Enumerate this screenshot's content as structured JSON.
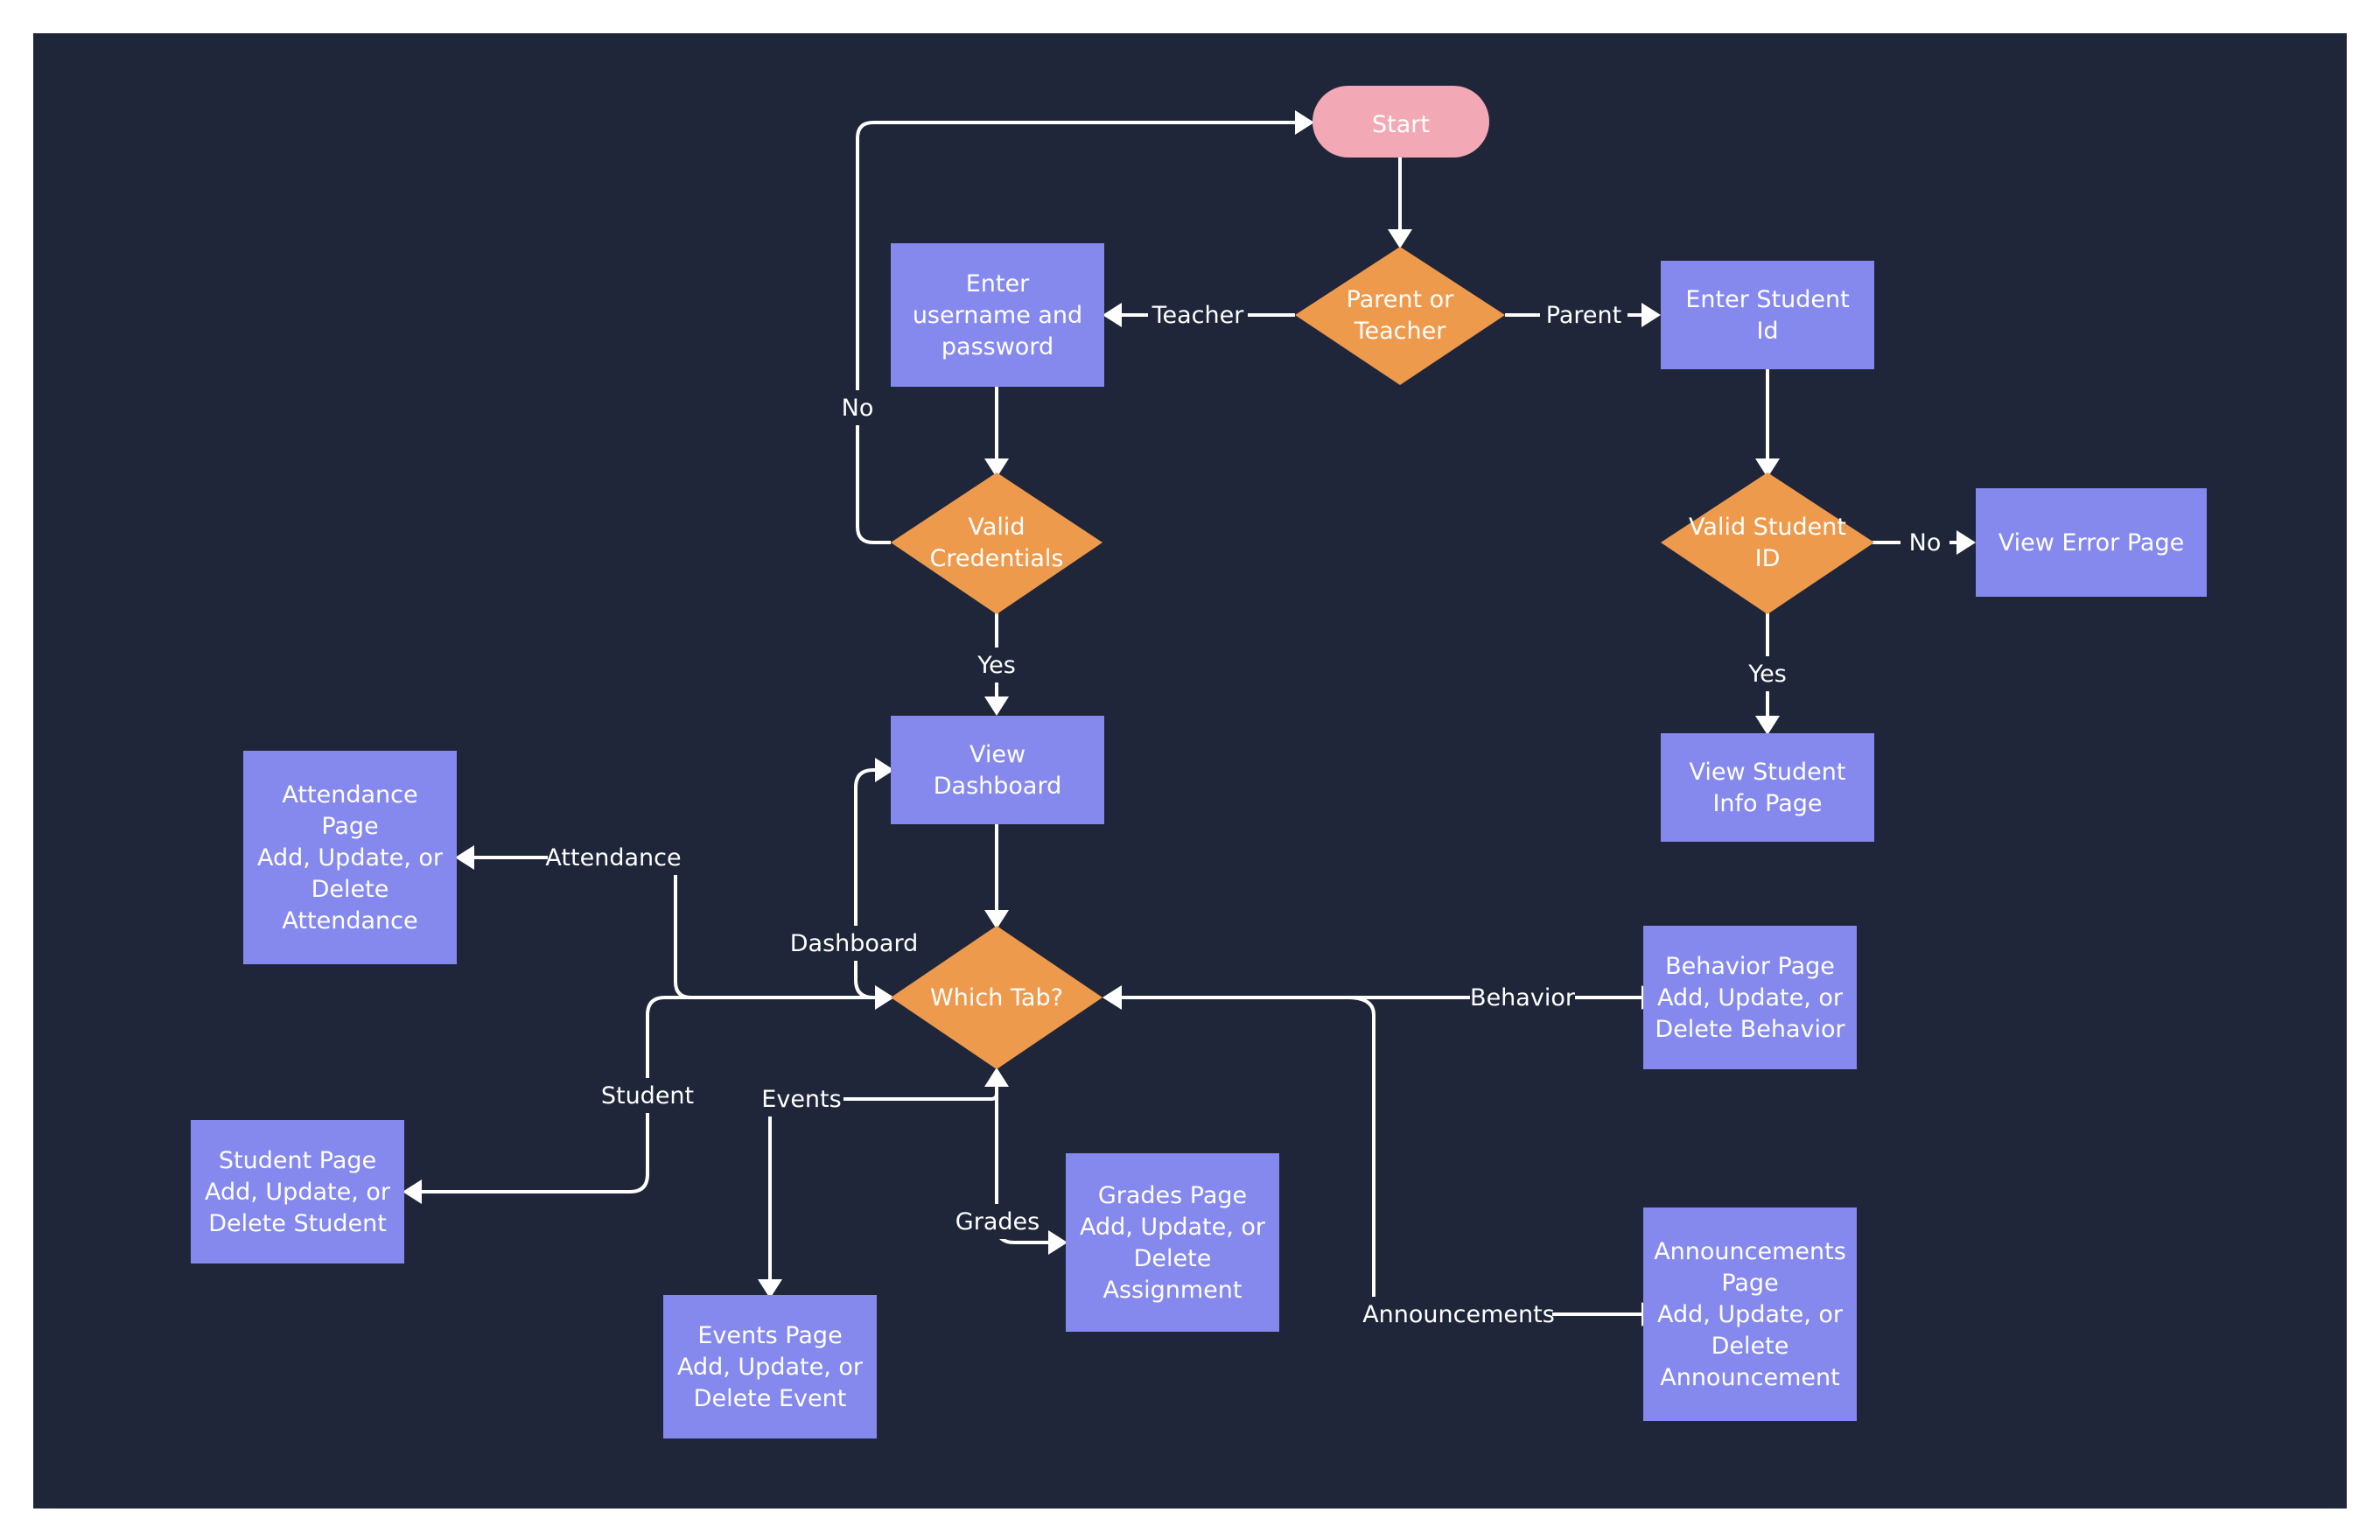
{
  "colors": {
    "background": "#1f2639",
    "page": "#ffffff",
    "process": "#8589ee",
    "decision": "#ee9a4d",
    "terminal": "#f2a9b5",
    "line": "#ffffff",
    "text": "#ffffff"
  },
  "nodes": {
    "start": [
      "Start"
    ],
    "parent_or_teacher": [
      "Parent or",
      "Teacher"
    ],
    "enter_credentials": [
      "Enter",
      "username and",
      "password"
    ],
    "enter_student_id": [
      "Enter Student",
      "Id"
    ],
    "valid_credentials": [
      "Valid",
      "Credentials"
    ],
    "valid_student_id": [
      "Valid Student",
      "ID"
    ],
    "view_error_page": [
      "View Error Page"
    ],
    "view_dashboard": [
      "View",
      "Dashboard"
    ],
    "view_student_info": [
      "View Student",
      "Info Page"
    ],
    "attendance_page": [
      "Attendance",
      "Page",
      "Add, Update, or",
      "Delete",
      "Attendance"
    ],
    "which_tab": [
      "Which Tab?"
    ],
    "behavior_page": [
      "Behavior Page",
      "Add, Update, or",
      "Delete Behavior"
    ],
    "student_page": [
      "Student Page",
      "Add, Update, or",
      "Delete Student"
    ],
    "grades_page": [
      "Grades Page",
      "Add, Update, or",
      "Delete",
      "Assignment"
    ],
    "events_page": [
      "Events Page",
      "Add, Update, or",
      "Delete Event"
    ],
    "announcements_page": [
      "Announcements",
      "Page",
      "Add, Update, or",
      "Delete",
      "Announcement"
    ]
  },
  "edge_labels": {
    "teacher": "Teacher",
    "parent": "Parent",
    "no_credentials": "No",
    "yes_credentials": "Yes",
    "no_student": "No",
    "yes_student": "Yes",
    "attendance": "Attendance",
    "dashboard": "Dashboard",
    "behavior": "Behavior",
    "student": "Student",
    "events": "Events",
    "grades": "Grades",
    "announcements": "Announcements"
  }
}
